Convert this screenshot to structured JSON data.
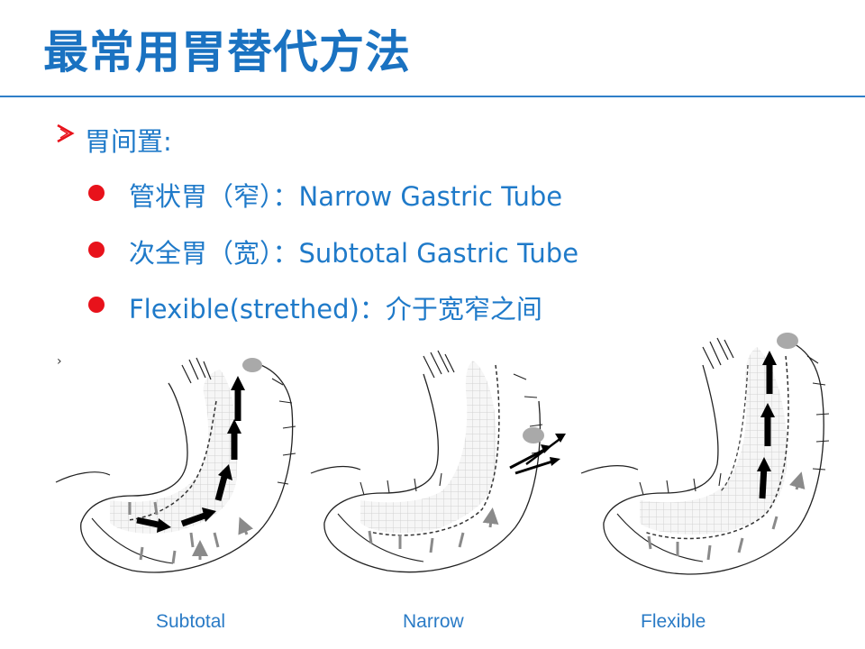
{
  "title": "最常用胃替代方法",
  "section": {
    "heading": "胃间置:",
    "items": [
      {
        "label": "管状胃（窄）：Narrow Gastric Tube"
      },
      {
        "label": "次全胃（宽）：Subtotal Gastric Tube"
      },
      {
        "label": "Flexible(strethed)：介于宽窄之间"
      }
    ]
  },
  "figure": {
    "panels": [
      {
        "caption": "Subtotal"
      },
      {
        "caption": "Narrow"
      },
      {
        "caption": "Flexible"
      }
    ]
  },
  "colors": {
    "title": "#1a72c1",
    "text": "#1f7ac9",
    "bullet": "#e8121b",
    "rule": "#2f7fc8"
  },
  "icons": [
    "arrow-bullet-icon",
    "red-dot-bullet-icon"
  ]
}
